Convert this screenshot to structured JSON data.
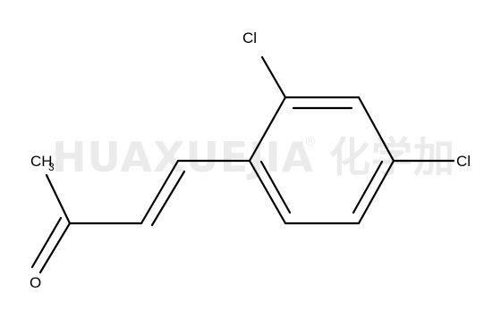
{
  "watermark": {
    "latin": "HUAXUEJIA",
    "registered": "®",
    "cjk": "化学加"
  },
  "atoms": {
    "cl_top": "Cl",
    "cl_right": "Cl",
    "methyl": "CH",
    "methyl_sub": "3",
    "oxygen": "O"
  },
  "colors": {
    "bond": "#000000",
    "watermark": "#ebebeb",
    "background": "#ffffff"
  }
}
